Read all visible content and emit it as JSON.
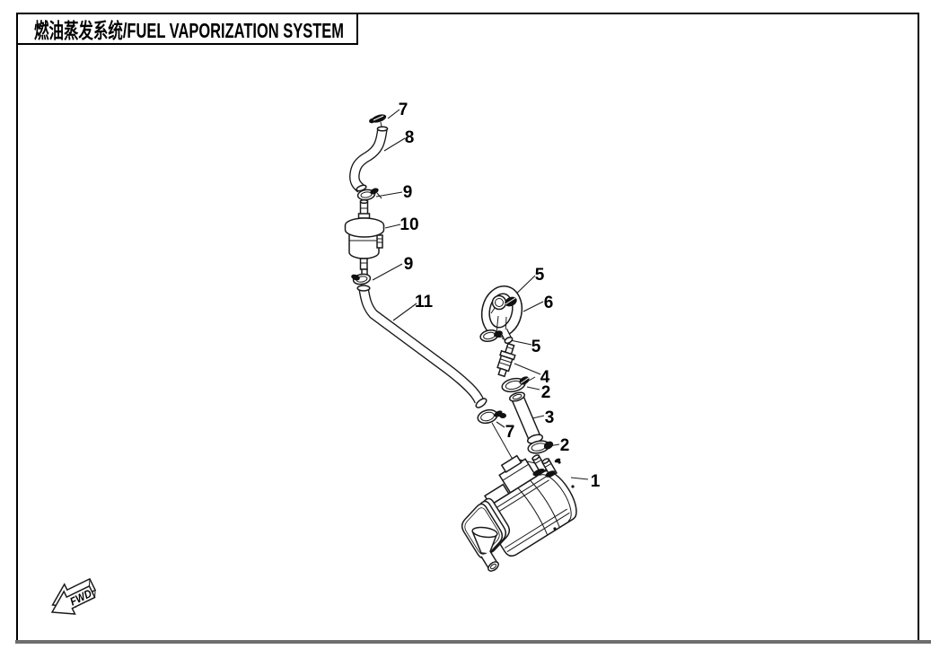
{
  "title": "燃油蒸发系统/FUEL VAPORIZATION SYSTEM",
  "direction_arrow": {
    "label": "FWD"
  },
  "callouts": [
    {
      "label": "7"
    },
    {
      "label": "8"
    },
    {
      "label": "9"
    },
    {
      "label": "10"
    },
    {
      "label": "9"
    },
    {
      "label": "11"
    },
    {
      "label": "5"
    },
    {
      "label": "6"
    },
    {
      "label": "5"
    },
    {
      "label": "4"
    },
    {
      "label": "2"
    },
    {
      "label": "3"
    },
    {
      "label": "2"
    },
    {
      "label": "7"
    },
    {
      "label": "1"
    }
  ]
}
